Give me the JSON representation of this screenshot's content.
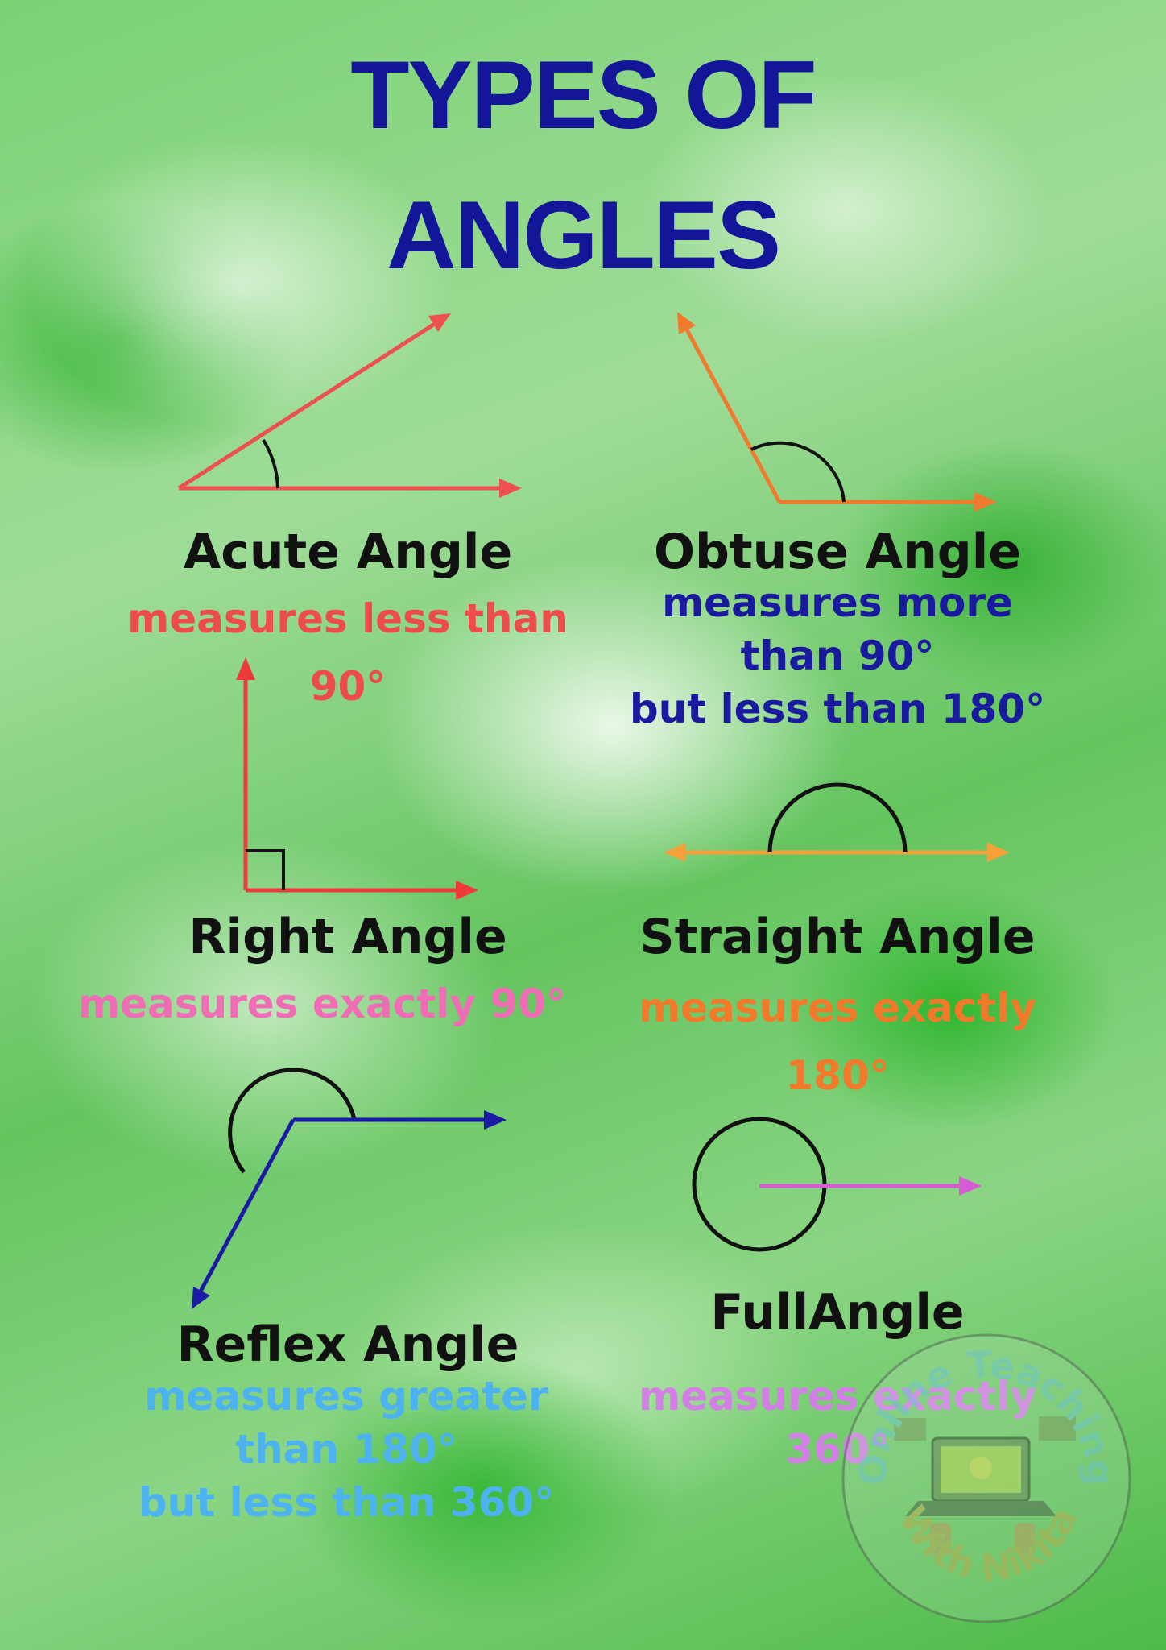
{
  "title_line1": "TYPES OF",
  "title_line2": "ANGLES",
  "angles": [
    {
      "name": "Acute Angle",
      "desc": [
        "measures less than",
        "90°"
      ],
      "color": "#ee4b4b"
    },
    {
      "name": "Obtuse Angle",
      "desc": [
        "measures more",
        "than 90°",
        "but less than 180°"
      ],
      "color": "#1a1a9e"
    },
    {
      "name": "Right Angle",
      "desc": [
        "measures exactly 90°"
      ],
      "color": "#f06db5"
    },
    {
      "name": "Straight Angle",
      "desc": [
        "measures exactly",
        "180°"
      ],
      "color": "#f27a2a"
    },
    {
      "name": "Reflex Angle",
      "desc": [
        "measures greater",
        "than 180°",
        "but less than 360°"
      ],
      "color": "#4cb3f0"
    },
    {
      "name": "FullAngle",
      "desc": [
        "measures exactly",
        "360°"
      ],
      "color": "#d27fe6"
    }
  ],
  "watermark": {
    "line1": "Online Teaching",
    "line2": "With Nikita"
  }
}
